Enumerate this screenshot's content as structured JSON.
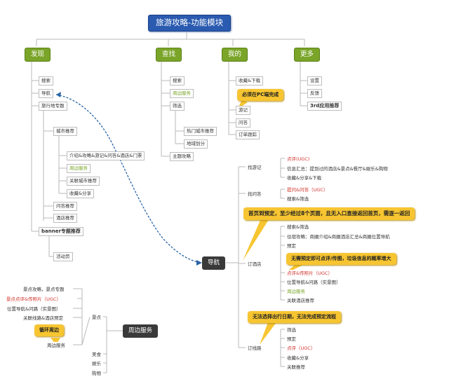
{
  "title": "旅游攻略-功能模块",
  "discover": {
    "label": "发现",
    "items": [
      "搜索",
      "导航",
      "旅行地专题",
      "banner专题推荐",
      "活动页"
    ],
    "city": "城市推荐",
    "city_items": [
      "介绍&攻略&游记&问答&酒店&门票",
      "周边服务",
      "关联城市推荐",
      "收藏&分享"
    ],
    "qa": "问答推荐",
    "hotel": "酒店推荐"
  },
  "find": {
    "label": "查找",
    "items": [
      "搜索",
      "周边服务",
      "筛选",
      "主题攻略"
    ],
    "filter_items": [
      "热门城市推荐",
      "地域划分"
    ]
  },
  "mine": {
    "label": "我的",
    "items": [
      "收藏&下载",
      "游记",
      "问答",
      "订单跟踪"
    ],
    "note": "必须在PC端完成"
  },
  "more": {
    "label": "更多",
    "items": [
      "设置",
      "反馈",
      "3rd应用推荐"
    ]
  },
  "nav": {
    "label": "导航",
    "find_travel": "找游记",
    "find_travel_items": [
      "点评(UGC)",
      "信息汇总：提到过的酒店&景点&餐厅&娱乐&购物",
      "收藏&分享&下载"
    ],
    "find_answer": "找问答",
    "find_answer_items": [
      "提问&问答（UGC）",
      "搜索&筛选"
    ],
    "book_hotel": "订酒店",
    "book_hotel_items": [
      "搜索&筛选",
      "住宿攻略：商圈介绍&商圈酒店汇总&商圈位置导航",
      "预定",
      "点评&传照片（UGC）",
      "位置导航&问路（实景图）",
      "周边服务",
      "关联酒店推荐"
    ],
    "book_route": "订线路",
    "book_route_items": [
      "筛选",
      "预定",
      "点评（UGC）",
      "收藏&分享",
      "关联推荐"
    ],
    "note1": "首页到预定，至少经过8个页面，且无入口直接返回首页，需逐一返回",
    "note2": "无需预定即可点评/传图，垃圾信息的概率增大",
    "note3": "无法选择出行日期，无法完成预定流程"
  },
  "nearby": {
    "label": "周边服务",
    "scenic": "景点",
    "scenic_items": [
      "景点攻略，景点专题",
      "景点点评&传照片（UGC）",
      "位置导航&问路（实景图）",
      "关联线路&酒店预定",
      "周边服务"
    ],
    "loop_note": "循环周边",
    "others": [
      "美食",
      "娱乐",
      "购物"
    ]
  },
  "colors": {
    "root": "#2a5bb0",
    "category": "#7aa529",
    "note": "#f7c531",
    "highlight_red": "#d2332b",
    "highlight_green": "#7aa529"
  }
}
